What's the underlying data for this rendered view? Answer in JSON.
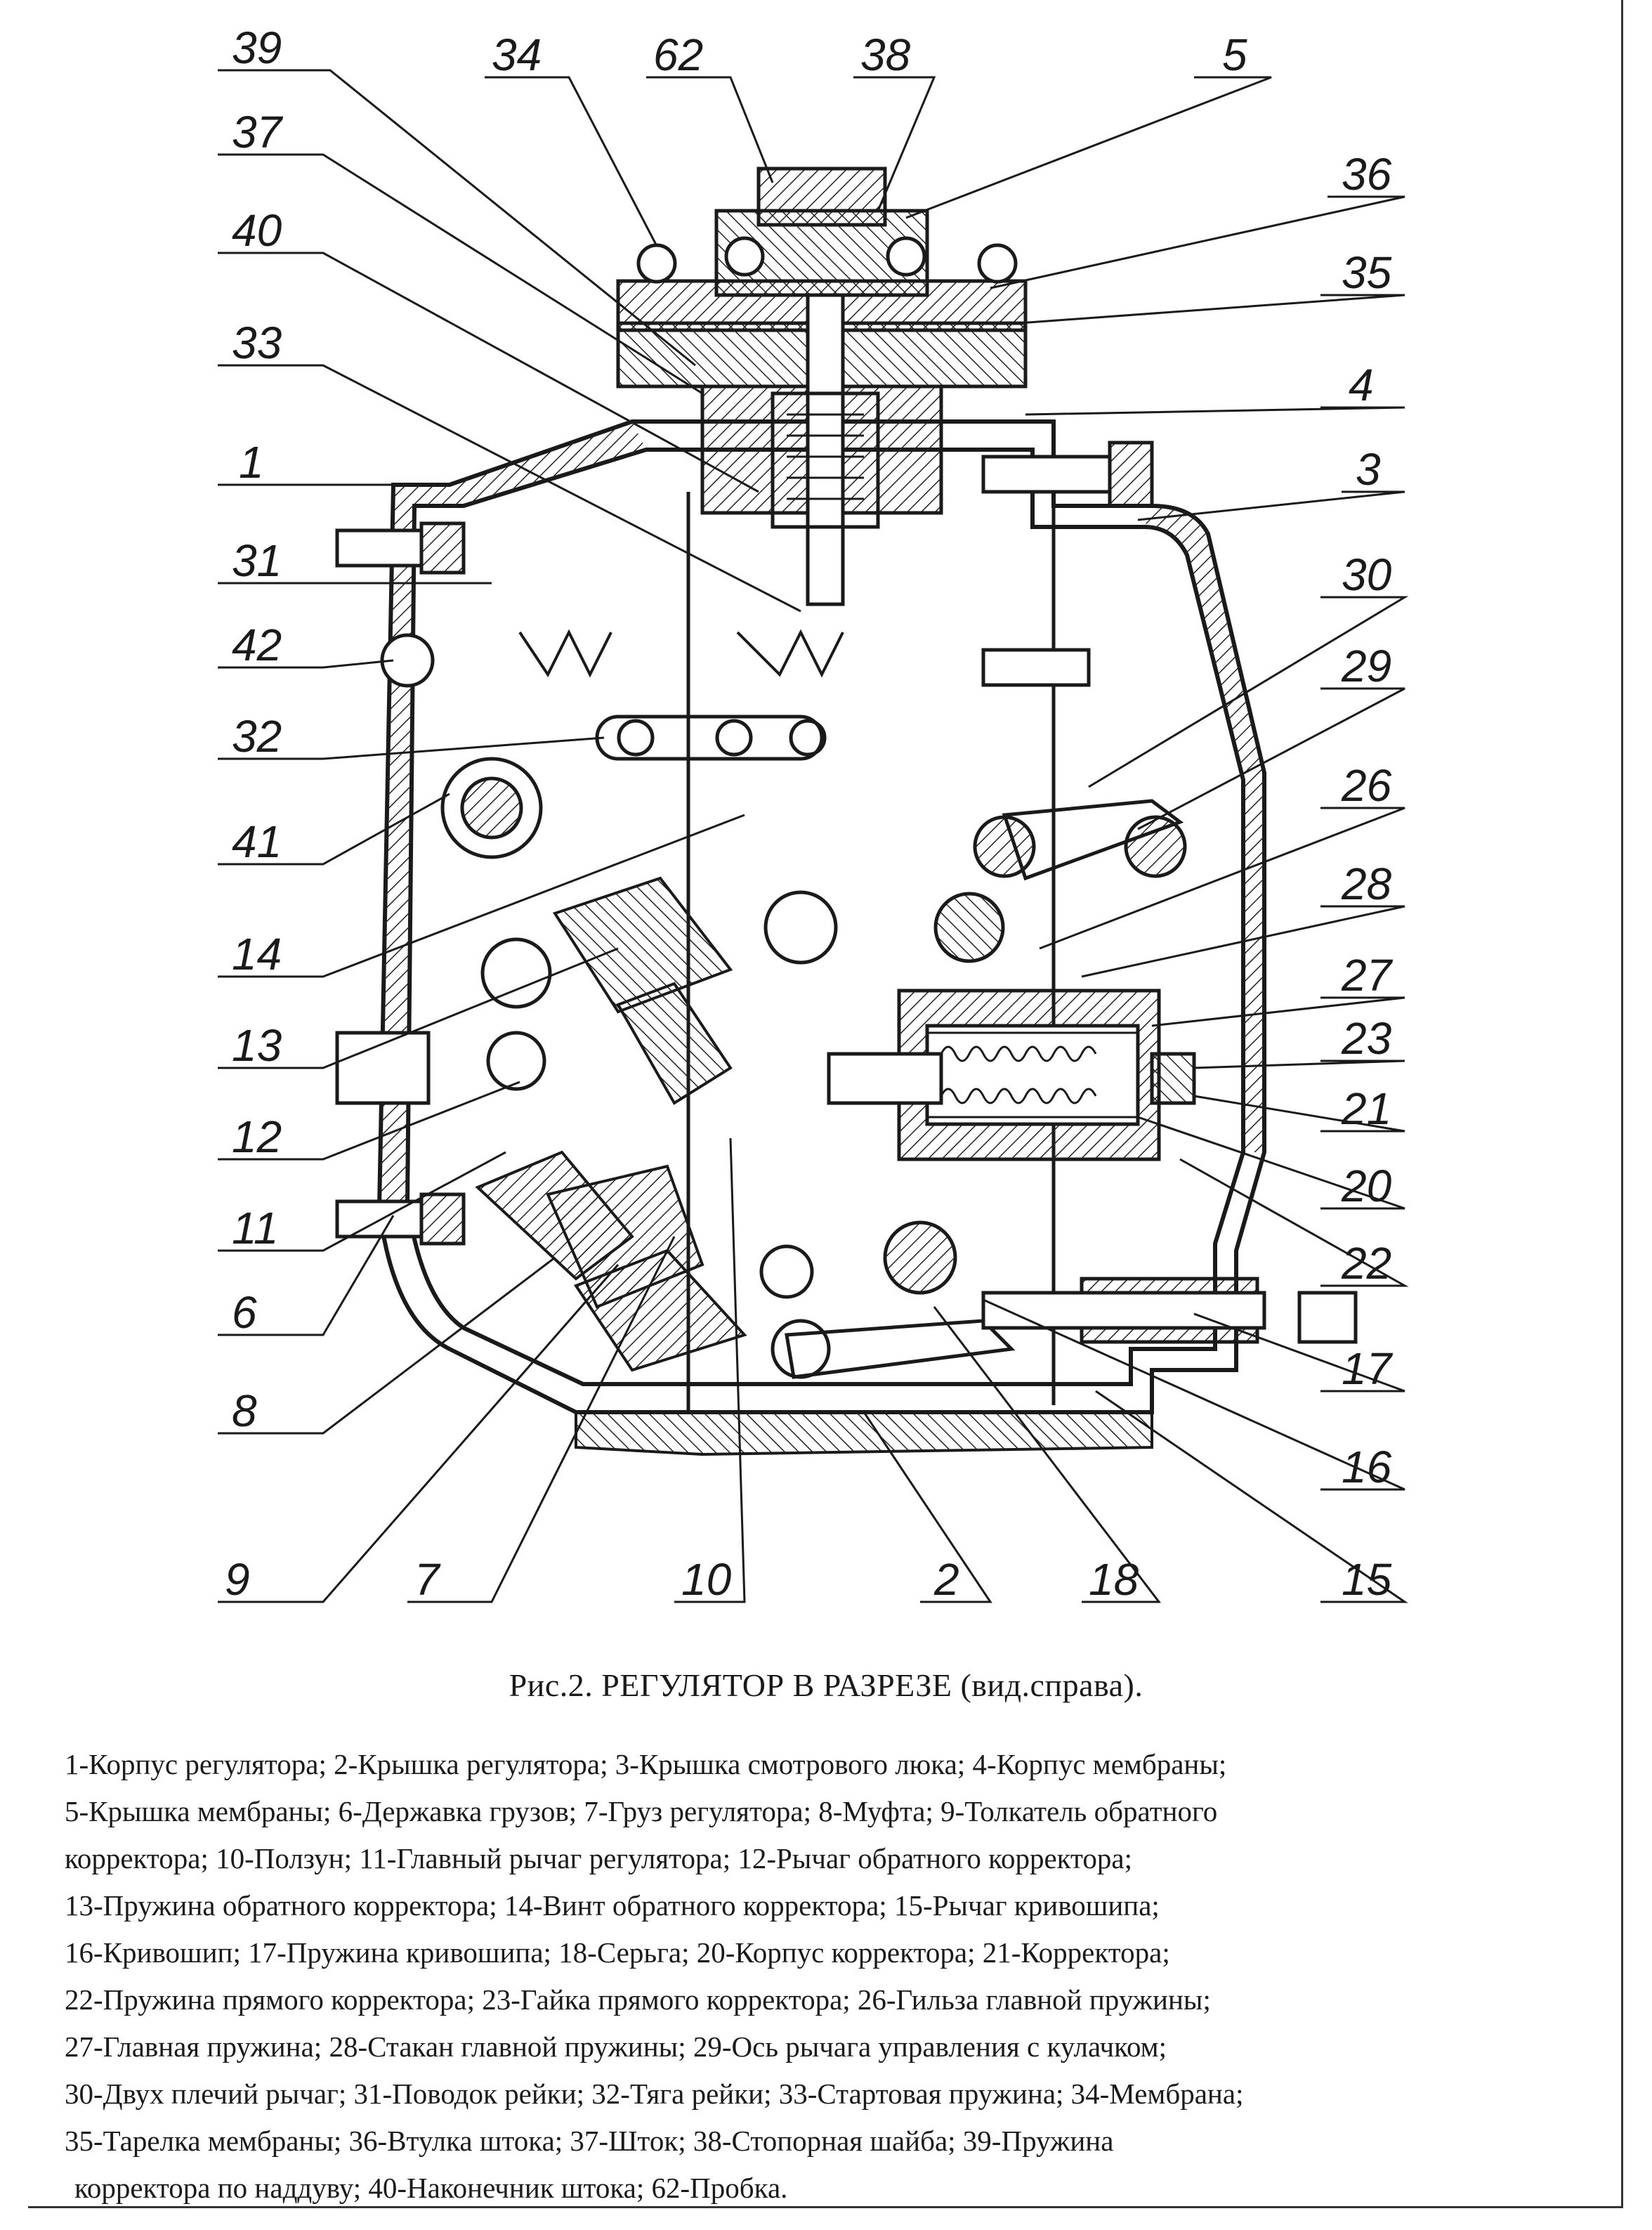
{
  "figure": {
    "caption": "Рис.2. РЕГУЛЯТОР В РАЗРЕЗЕ (вид.справа).",
    "callouts": [
      "39",
      "34",
      "62",
      "38",
      "5",
      "37",
      "36",
      "40",
      "35",
      "33",
      "4",
      "1",
      "3",
      "31",
      "30",
      "42",
      "29",
      "32",
      "26",
      "41",
      "28",
      "14",
      "27",
      "13",
      "23",
      "12",
      "21",
      "11",
      "20",
      "6",
      "22",
      "17",
      "8",
      "16",
      "9",
      "7",
      "10",
      "2",
      "18",
      "15"
    ],
    "legend_lines": [
      "1-Корпус регулятора; 2-Крышка регулятора; 3-Крышка смотрового люка; 4-Корпус мембраны;",
      "5-Крышка мембраны; 6-Державка грузов; 7-Груз регулятора; 8-Муфта; 9-Толкатель обратного",
      "корректора; 10-Ползун; 11-Главный рычаг регулятора; 12-Рычаг обратного корректора;",
      "13-Пружина обратного корректора; 14-Винт обратного корректора; 15-Рычаг кривошипа;",
      "16-Кривошип; 17-Пружина кривошипа; 18-Серьга; 20-Корпус корректора; 21-Корректора;",
      "22-Пружина прямого корректора; 23-Гайка прямого корректора; 26-Гильза главной пружины;",
      "27-Главная пружина; 28-Стакан главной пружины; 29-Ось рычага управления с кулачком;",
      "30-Двух плечий рычаг; 31-Поводок рейки; 32-Тяга рейки; 33-Стартовая пружина; 34-Мембрана;",
      "35-Тарелка мембраны; 36-Втулка штока; 37-Шток; 38-Стопорная шайба; 39-Пружина",
      "корректора по наддуву; 40-Наконечник штока; 62-Пробка."
    ]
  }
}
